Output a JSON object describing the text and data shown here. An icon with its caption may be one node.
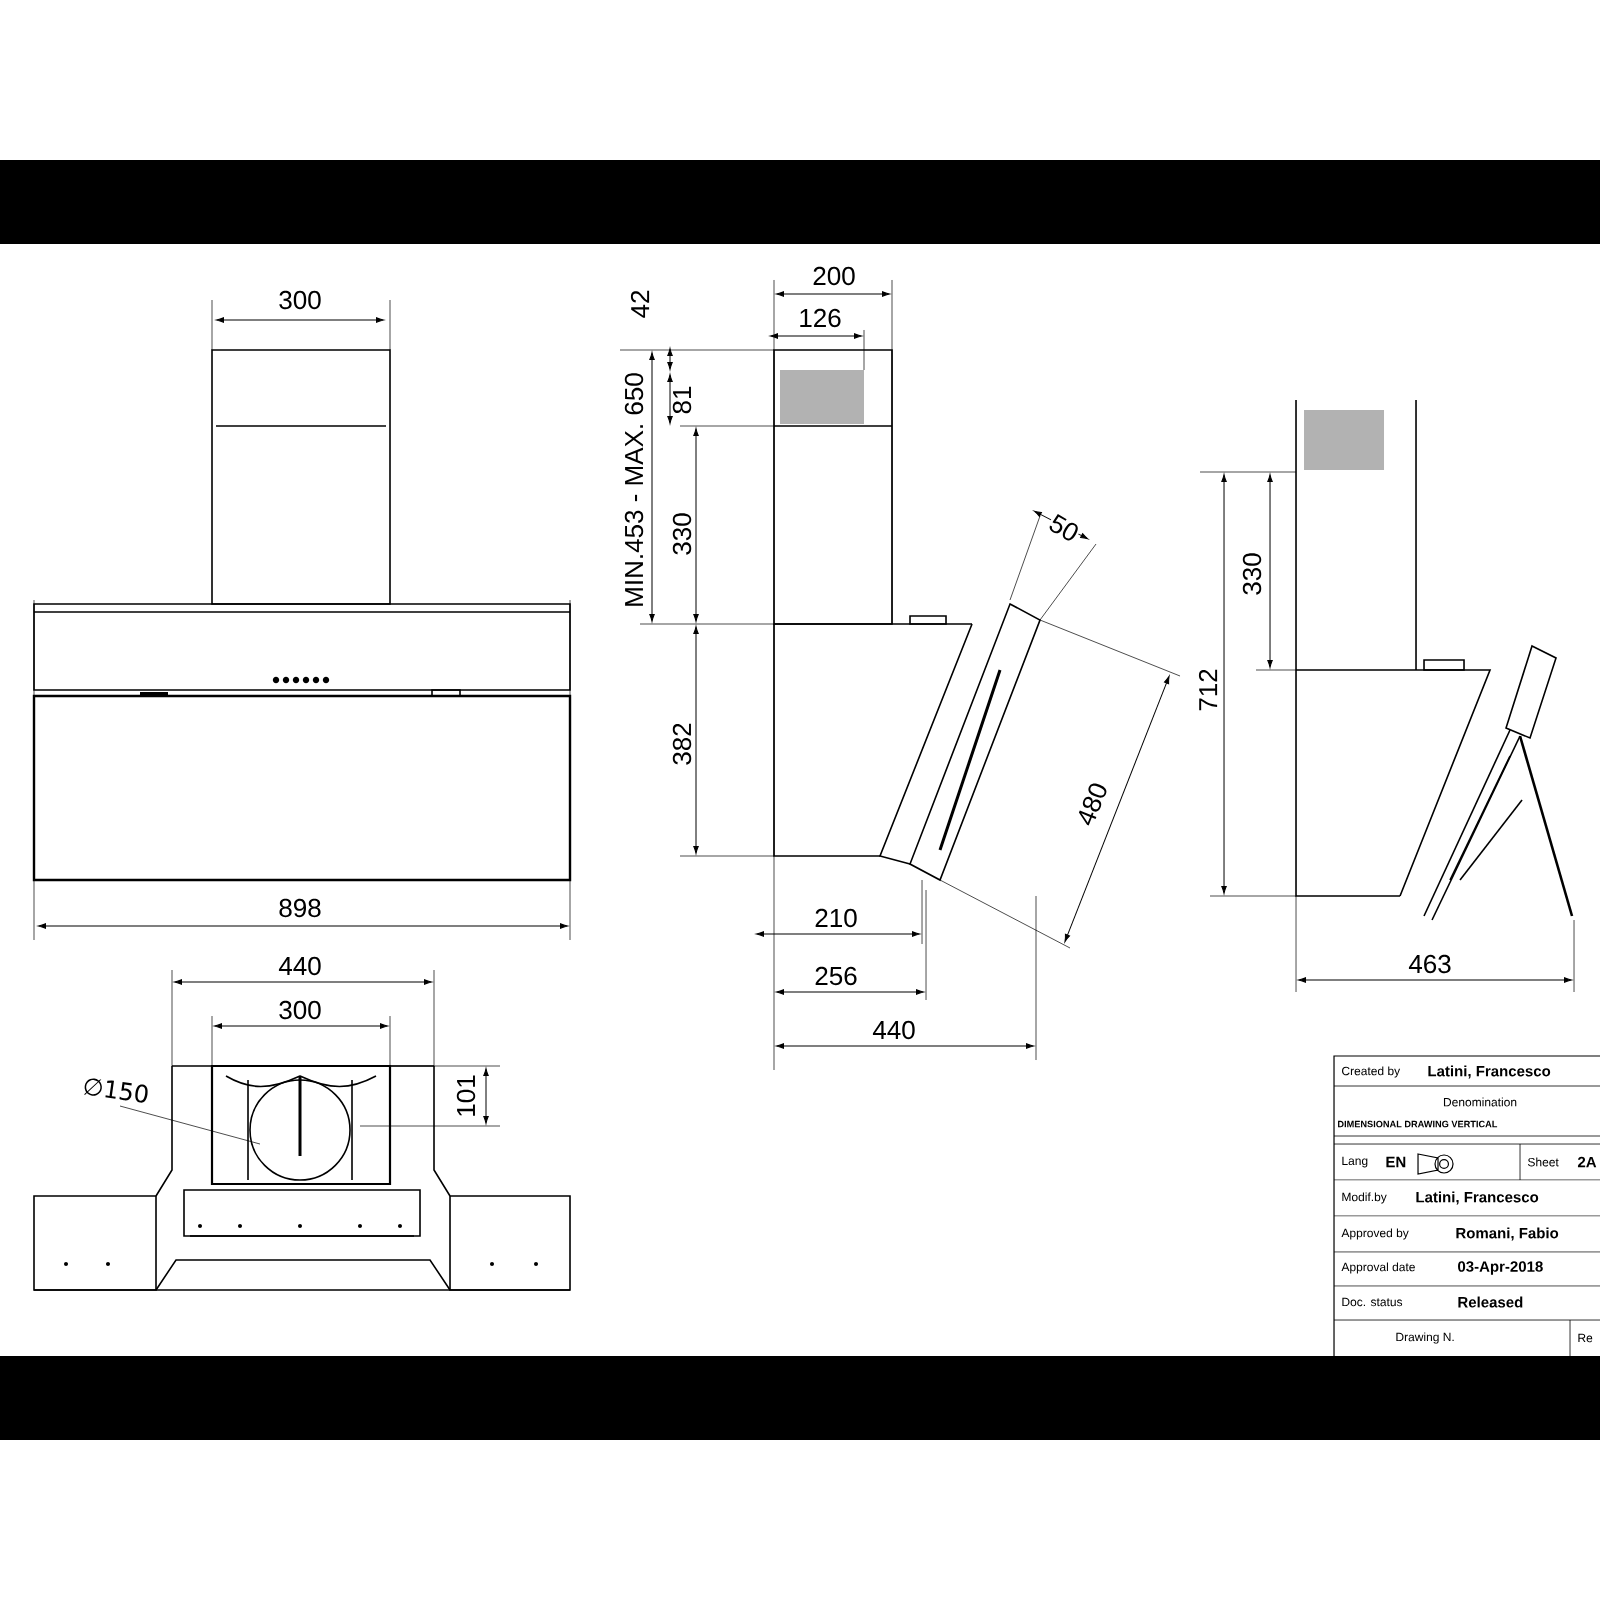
{
  "diagram": {
    "labels": [
      "300",
      "42",
      "200",
      "126",
      "MIN.453 - MAX. 650",
      "81",
      "330",
      "50",
      "330",
      "712",
      "382",
      "480",
      "898",
      "210",
      "440",
      "463",
      "256",
      "300",
      "440",
      "∅150",
      "101",
      "Created by",
      "Latini, Francesco",
      "Denomination",
      "DIMENSIONAL DRAWING VERTICAL",
      "Lang",
      "EN",
      "Sheet",
      "2A",
      "Modif.by",
      "Latini, Francesco",
      "Approved by",
      "Romani, Fabio",
      "Approval date",
      "03-Apr-2018",
      "Doc. status",
      "Released",
      "Drawing N.",
      "Re"
    ]
  }
}
